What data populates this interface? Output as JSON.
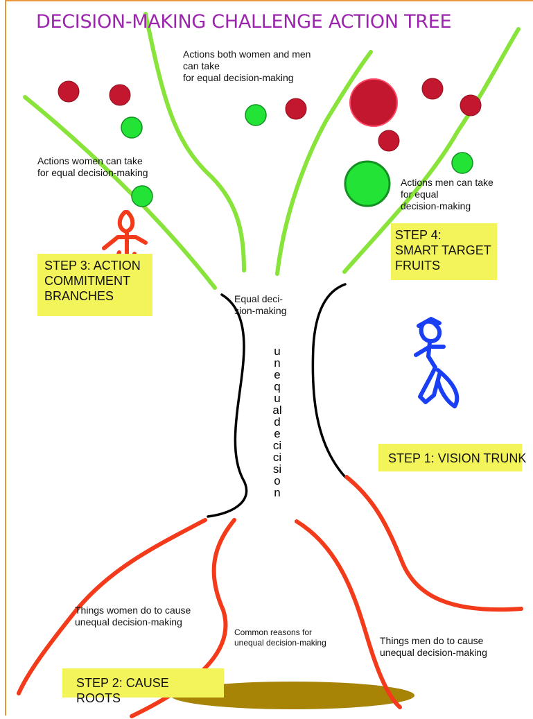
{
  "title": "DECISION-MAKING CHALLENGE ACTION TREE",
  "colors": {
    "title": "#9b26ad",
    "branch": "#88e33a",
    "root": "#f33a1a",
    "trunk": "#000000",
    "fruit_red": "#c2172e",
    "fruit_green": "#22e336",
    "step_box": "#f3f35a",
    "woman_figure": "#f33a1a",
    "man_figure": "#1a3ef3",
    "ground": "#a78306"
  },
  "labels": {
    "both": "Actions both women and men\n can take\nfor equal decision-making",
    "women_actions": "Actions women can take\nfor equal decision-making",
    "men_actions": "Actions men can take\nfor equal\ndecision-making",
    "equal": "Equal deci-\nsion-making",
    "trunk_text": "unequal decicision",
    "women_causes": "Things women do to cause\nunequal decision-making",
    "common": "Common reasons for\nunequal decision-making",
    "men_causes": "Things men do to cause\nunequal decision-making"
  },
  "steps": {
    "step1": "STEP 1: VISION TRUNK",
    "step2": "STEP 2:  CAUSE ROOTS",
    "step3": "STEP 3: ACTION\nCOMMITMENT\nBRANCHES",
    "step4": "STEP 4:\nSMART TARGET\n FRUITS"
  },
  "icons": {
    "woman": "woman-stick-figure-icon",
    "man": "man-stick-figure-icon"
  }
}
